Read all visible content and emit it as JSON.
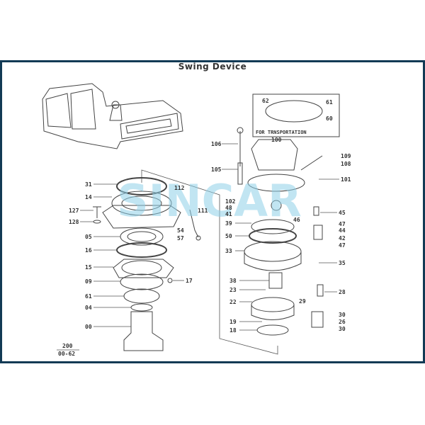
{
  "title": "Swing Device",
  "watermark": "SINCAR",
  "transport_note": "FOR TRNSPORTATION",
  "page_ref": {
    "top": "200",
    "bottom": "00-62"
  },
  "left_labels": [
    "31",
    "14",
    "127",
    "128",
    "05",
    "16",
    "15",
    "09",
    "61",
    "04",
    "00",
    "112",
    "111",
    "54",
    "57",
    "17"
  ],
  "right_labels": [
    "62",
    "61",
    "60",
    "100",
    "106",
    "109",
    "108",
    "105",
    "101",
    "102",
    "48",
    "41",
    "39",
    "46",
    "45",
    "47",
    "44",
    "42",
    "47",
    "50",
    "33",
    "35",
    "38",
    "23",
    "28",
    "22",
    "29",
    "30",
    "26",
    "30",
    "19",
    "18"
  ],
  "colors": {
    "frame": "#123a55",
    "watermark": "#8fd0e8"
  }
}
